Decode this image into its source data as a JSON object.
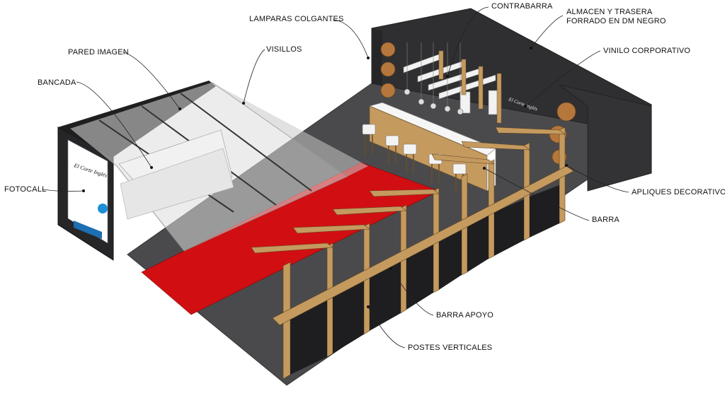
{
  "labels": {
    "lamparas_colgantes": "LAMPARAS COLGANTES",
    "contrabarra": "CONTRABARRA",
    "almacen_1": "ALMACEN Y TRASERA",
    "almacen_2": "FORRADO EN DM NEGRO",
    "vinilo_corporativo": "VINILO CORPORATIVO",
    "pared_imagen": "PARED IMAGEN",
    "visillos": "VISILLOS",
    "bancada": "BANCADA",
    "fotocall": "FOTOCALL",
    "apliques_decorativos": "APLIQUES DECORATIVOS",
    "barra": "BARRA",
    "barra_apoyo": "BARRA APOYO",
    "postes_verticales": "POSTES VERTICALES"
  },
  "colors": {
    "floor": "#4b4b4d",
    "dark_panel": "#2b2b2d",
    "red_carpet": "#d10f12",
    "wood": "#c9a46b",
    "white": "#ffffff"
  },
  "signage": {
    "fotocall_logo": "El Corte Inglés",
    "counter_logo": "El Corte Inglés"
  }
}
